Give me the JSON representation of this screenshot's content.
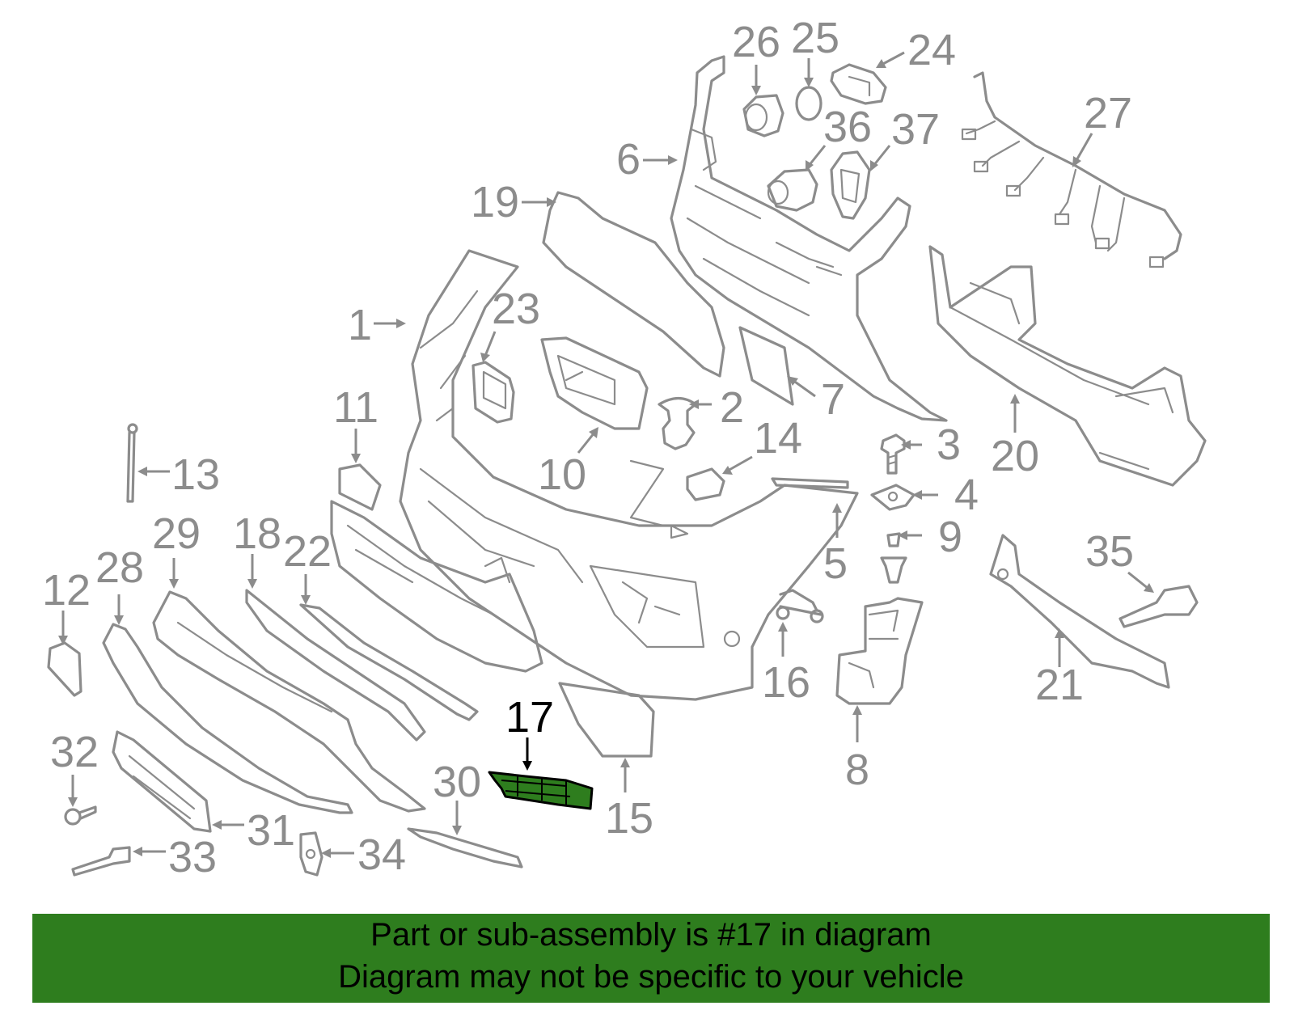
{
  "highlight": {
    "part_number": "17",
    "color": "#2e7d1e"
  },
  "callouts": {
    "c1": "1",
    "c2": "2",
    "c3": "3",
    "c4": "4",
    "c5": "5",
    "c6": "6",
    "c7": "7",
    "c8": "8",
    "c9": "9",
    "c10": "10",
    "c11": "11",
    "c12": "12",
    "c13": "13",
    "c14": "14",
    "c15": "15",
    "c16": "16",
    "c17": "17",
    "c18": "18",
    "c19": "19",
    "c20": "20",
    "c21": "21",
    "c22": "22",
    "c23": "23",
    "c24": "24",
    "c25": "25",
    "c26": "26",
    "c27": "27",
    "c28": "28",
    "c29": "29",
    "c30": "30",
    "c31": "31",
    "c32": "32",
    "c33": "33",
    "c34": "34",
    "c35": "35",
    "c36": "36",
    "c37": "37"
  },
  "banner": {
    "line1": "Part or sub-assembly is #17 in diagram",
    "line2": "Diagram may not be specific to your vehicle",
    "background": "#2e7d1e"
  }
}
